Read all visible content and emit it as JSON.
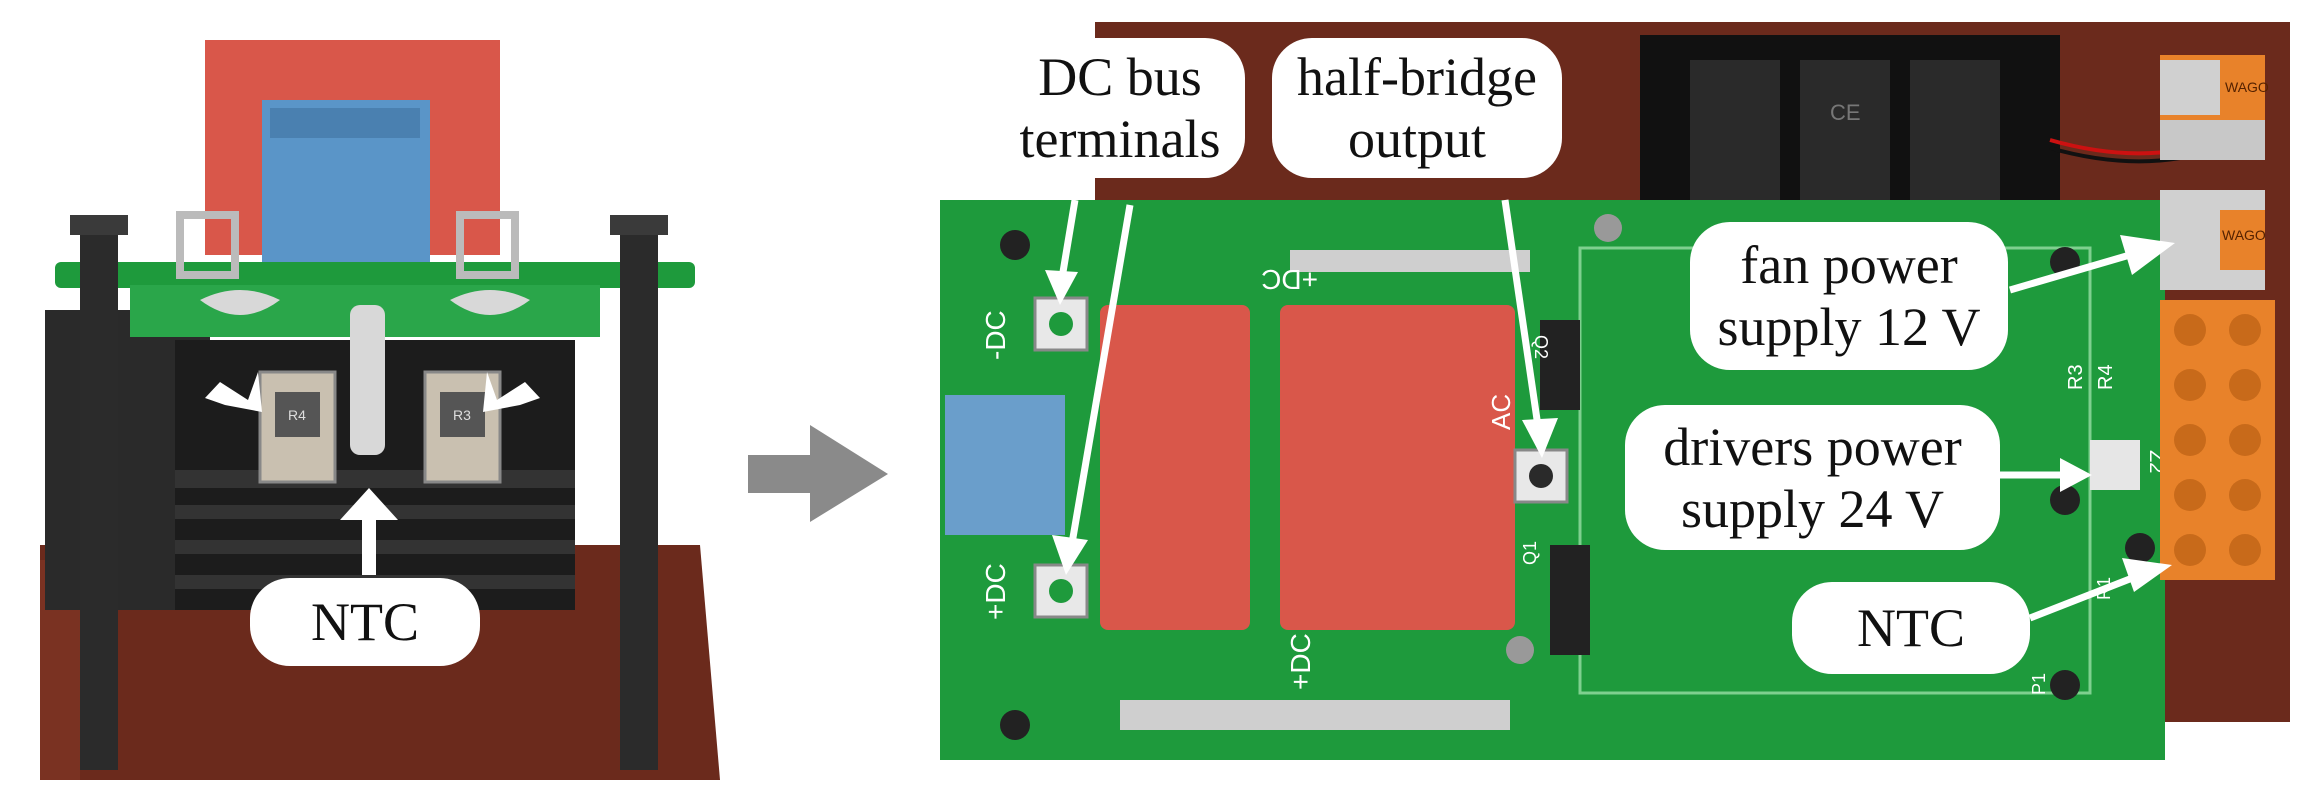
{
  "figure": {
    "left_photo": {
      "labels": {
        "ntc": "NTC"
      },
      "silkscreen": [
        "R4",
        "R3"
      ]
    },
    "right_photo": {
      "labels": {
        "dc_bus_line1": "DC bus",
        "dc_bus_line2": "terminals",
        "half_bridge_line1": "half-bridge",
        "half_bridge_line2": "output",
        "fan_line1": "fan power",
        "fan_line2": "supply 12 V",
        "drivers_line1": "drivers power",
        "drivers_line2": "supply 24 V",
        "ntc": "NTC"
      },
      "silkscreen": [
        "-DC",
        "+DC",
        "+DC",
        "+DC",
        "AC",
        "R3",
        "R4",
        "Z2",
        "Q1",
        "Q2",
        "R1",
        "P1",
        "CE",
        "WAGO",
        "WAGO"
      ]
    },
    "colors": {
      "pcb_green": "#1e9a3c",
      "capacitor_red": "#d9574a",
      "terminal_orange": "#e8822a",
      "heatsink_black": "#1c1c1c",
      "wood_brown": "#6b2a1c",
      "arrow_gray": "#8a8a8a"
    }
  }
}
